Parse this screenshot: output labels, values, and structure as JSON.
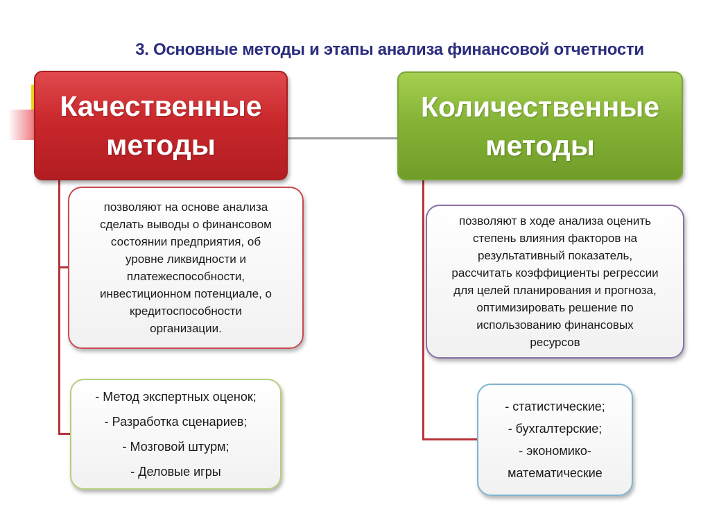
{
  "title": "3. Основные методы и этапы анализа финансовой отчетности",
  "colors": {
    "title": "#2b2d7e",
    "qualitative_header": "#c9282c",
    "quantitative_header": "#86b437",
    "connector_line": "#b8333a"
  },
  "qualitative": {
    "header": [
      "Качественные",
      "методы"
    ],
    "description": [
      "позволяют на основе анализа",
      "сделать выводы о финансовом",
      "состоянии предприятия, об",
      "уровне ликвидности и",
      "платежеспособности,",
      "инвестиционном потенциале, о",
      "кредитоспособности",
      "организации."
    ],
    "methods": [
      "- Метод экспертных оценок;",
      "- Разработка сценариев;",
      "- Мозговой штурм;",
      "- Деловые игры"
    ]
  },
  "quantitative": {
    "header": [
      "Количественные",
      "методы"
    ],
    "description": [
      "позволяют в ходе анализа оценить",
      "степень влияния факторов на",
      "результативный показатель,",
      "рассчитать коэффициенты регрессии",
      "для целей планирования и прогноза,",
      "оптимизировать решение по",
      "использованию финансовых",
      "ресурсов"
    ],
    "methods": [
      "- статистические;",
      "- бухгалтерские;",
      "- экономико-",
      "математические"
    ]
  }
}
